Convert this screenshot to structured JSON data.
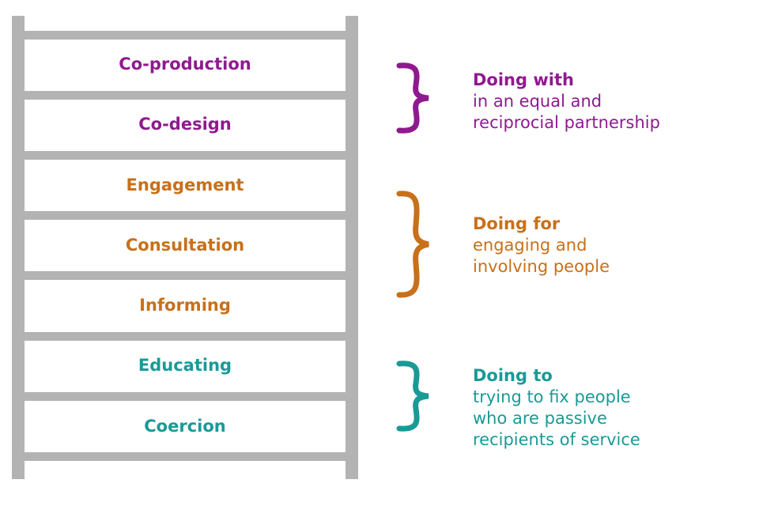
{
  "ladder": {
    "steps": [
      {
        "label": "Co-production",
        "group": "with"
      },
      {
        "label": "Co-design",
        "group": "with"
      },
      {
        "label": "Engagement",
        "group": "for"
      },
      {
        "label": "Consultation",
        "group": "for"
      },
      {
        "label": "Informing",
        "group": "for"
      },
      {
        "label": "Educating",
        "group": "to"
      },
      {
        "label": "Coercion",
        "group": "to"
      }
    ]
  },
  "groups": {
    "with": {
      "title": "Doing with",
      "lines": [
        "in an equal and",
        "reciprocial partnership"
      ],
      "color": "#8f1a8f"
    },
    "for": {
      "title": "Doing for",
      "lines": [
        "engaging and",
        "involving people"
      ],
      "color": "#c8701a"
    },
    "to": {
      "title": "Doing to",
      "lines": [
        "trying to fix people",
        "who are passive",
        "recipients of service"
      ],
      "color": "#1a9a96"
    }
  }
}
